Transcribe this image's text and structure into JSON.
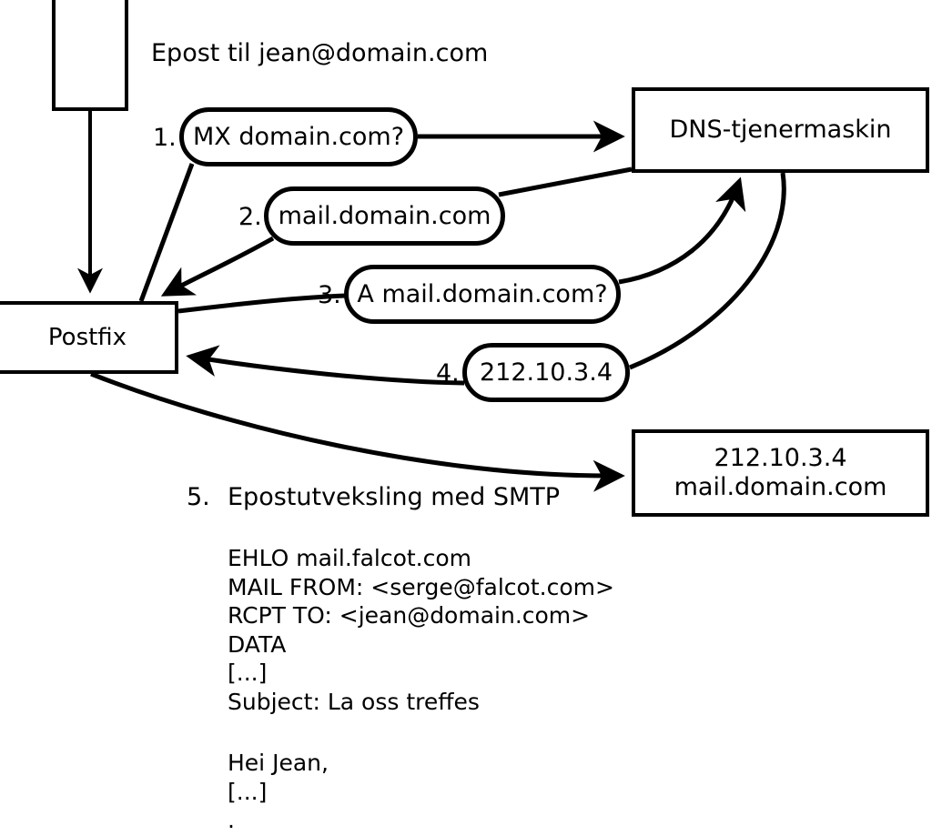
{
  "diagram": {
    "title_caption": "Epost til jean@domain.com",
    "nodes": {
      "client": {
        "label": ""
      },
      "postfix": {
        "label": "Postfix"
      },
      "dns_server": {
        "label": "DNS-tjenermaskin"
      },
      "mail_server": {
        "line1": "212.10.3.4",
        "line2": "mail.domain.com"
      }
    },
    "steps": [
      {
        "number": "1.",
        "label": "MX domain.com?"
      },
      {
        "number": "2.",
        "label": "mail.domain.com"
      },
      {
        "number": "3.",
        "label": "A mail.domain.com?"
      },
      {
        "number": "4.",
        "label": "212.10.3.4"
      }
    ],
    "step5": {
      "number": "5.",
      "label": "Epostutveksling med SMTP"
    },
    "smtp_transcript": "EHLO mail.falcot.com\nMAIL FROM: <serge@falcot.com>\nRCPT TO: <jean@domain.com>\nDATA\n[...]\nSubject: La oss treffes",
    "message_body": "Hei Jean,\n[...]\n.",
    "colors": {
      "stroke": "#000000",
      "background": "#ffffff"
    }
  }
}
